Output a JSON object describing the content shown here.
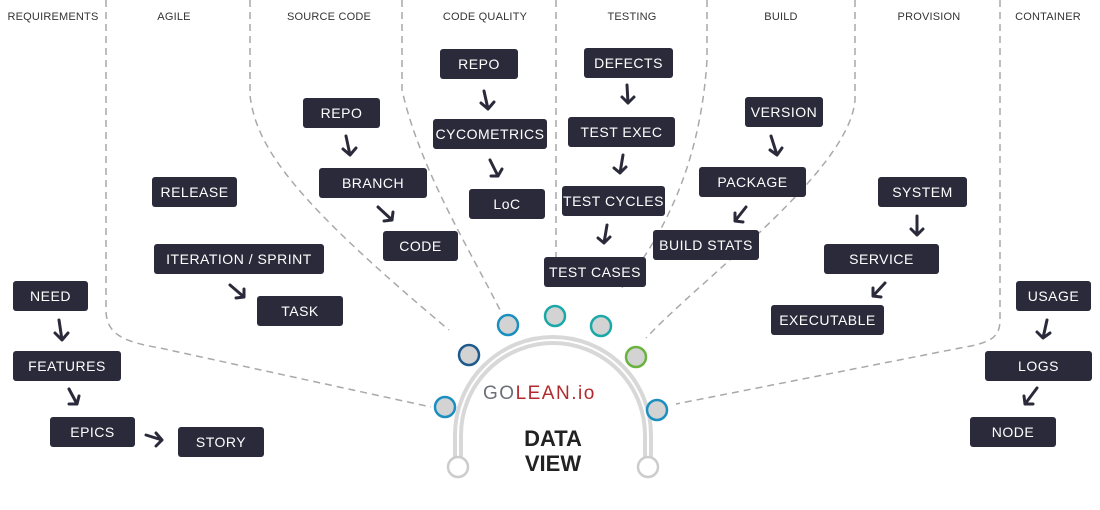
{
  "columns": [
    {
      "id": "requirements",
      "label": "REQUIREMENTS"
    },
    {
      "id": "agile",
      "label": "AGILE"
    },
    {
      "id": "source-code",
      "label": "SOURCE CODE"
    },
    {
      "id": "code-quality",
      "label": "CODE QUALITY"
    },
    {
      "id": "testing",
      "label": "TESTING"
    },
    {
      "id": "build",
      "label": "BUILD"
    },
    {
      "id": "provision",
      "label": "PROVISION"
    },
    {
      "id": "container",
      "label": "CONTAINER"
    }
  ],
  "nodes": {
    "need": "NEED",
    "features": "FEATURES",
    "epics": "EPICS",
    "story": "STORY",
    "release": "RELEASE",
    "iteration": "ITERATION / SPRINT",
    "task": "TASK",
    "src_repo": "REPO",
    "branch": "BRANCH",
    "code": "CODE",
    "cq_repo": "REPO",
    "cycometrics": "CYCOMETRICS",
    "loc": "LoC",
    "defects": "DEFECTS",
    "test_exec": "TEST EXEC",
    "test_cycles": "TEST CYCLES",
    "test_cases": "TEST CASES",
    "version": "VERSION",
    "package": "PACKAGE",
    "build_stats": "BUILD STATS",
    "system": "SYSTEM",
    "service": "SERVICE",
    "executable": "EXECUTABLE",
    "usage": "USAGE",
    "logs": "LOGS",
    "node": "NODE"
  },
  "logo": {
    "part1": "GO",
    "part2": "LEAN.io"
  },
  "center": {
    "line1": "DATA",
    "line2": "VIEW"
  },
  "colors": {
    "box": "#2b2a3a",
    "arc": "#d5d5d5",
    "dot_fill": "#d3d3d3",
    "dot_navy": "#1e5b8c",
    "dot_blue": "#1a8fc0",
    "dot_teal": "#1ba9a8",
    "dot_green": "#6ab33e",
    "dashed": "#a5a5a5",
    "logo_red": "#b22a2e"
  }
}
